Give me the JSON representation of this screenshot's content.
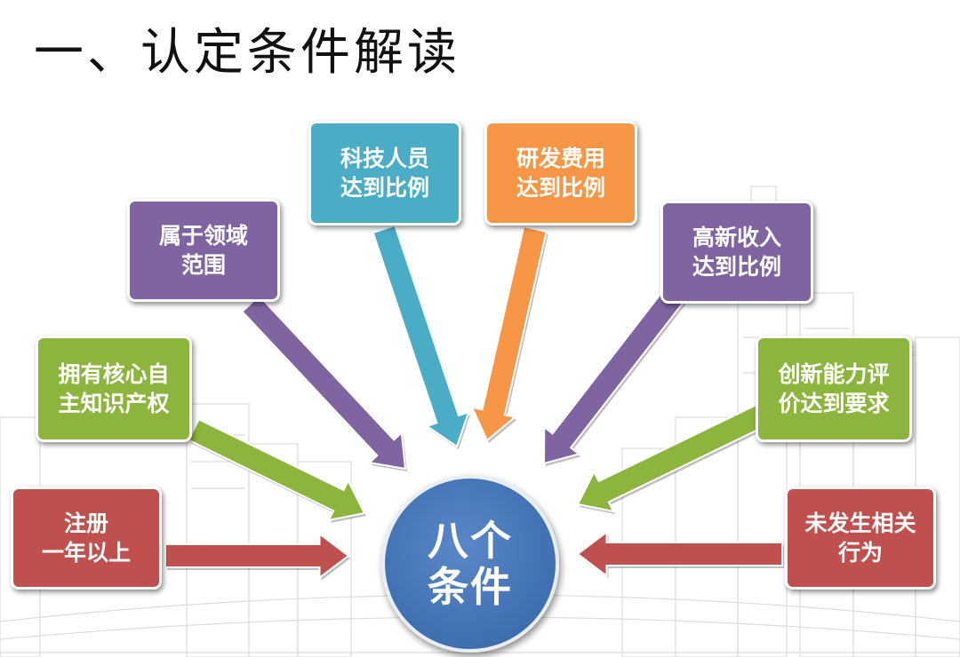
{
  "title": "一、认定条件解读",
  "center": {
    "line1": "八个",
    "line2": "条件"
  },
  "conditions": [
    {
      "line1": "注册",
      "line2": "一年以上",
      "color": "#c0504d"
    },
    {
      "line1": "拥有核心自",
      "line2": "主知识产权",
      "color": "#8db53d"
    },
    {
      "line1": "属于领域",
      "line2": "范围",
      "color": "#8064a2"
    },
    {
      "line1": "科技人员",
      "line2": "达到比例",
      "color": "#4bacc6"
    },
    {
      "line1": "研发费用",
      "line2": "达到比例",
      "color": "#f79646"
    },
    {
      "line1": "高新收入",
      "line2": "达到比例",
      "color": "#8064a2"
    },
    {
      "line1": "创新能力评",
      "line2": "价达到要求",
      "color": "#8db53d"
    },
    {
      "line1": "未发生相关",
      "line2": "行为",
      "color": "#c0504d"
    }
  ],
  "colors": {
    "center": "#4a7ebb",
    "background_sketch": "#d9d9d9"
  }
}
